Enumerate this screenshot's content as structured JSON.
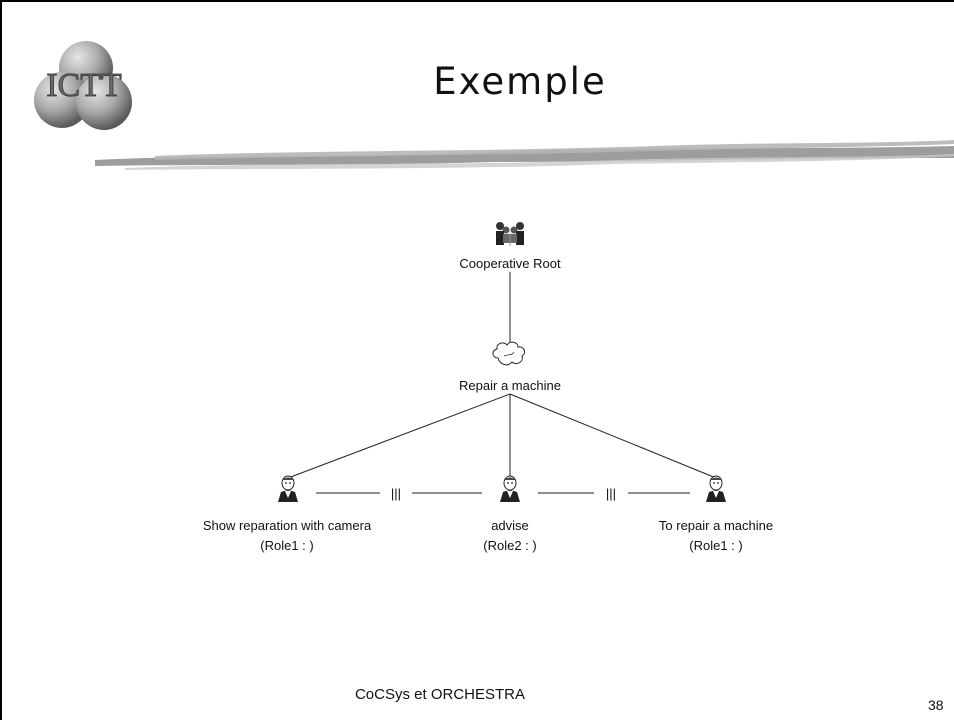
{
  "slide": {
    "title": "Exemple",
    "footer": "CoCSys et ORCHESTRA",
    "page_number": "38"
  },
  "logo": {
    "text": "ICTT"
  },
  "diagram": {
    "root": {
      "label": "Cooperative Root",
      "icon": "group-people-icon"
    },
    "task": {
      "label": "Repair a machine",
      "icon": "cloud-icon"
    },
    "subtasks": [
      {
        "label": "Show reparation with camera",
        "role": "(Role1 : )",
        "icon": "person-icon"
      },
      {
        "label": "advise",
        "role": "(Role2 : )",
        "icon": "person-icon"
      },
      {
        "label": "To repair a machine",
        "role": "(Role1 : )",
        "icon": "person-icon"
      }
    ],
    "operators": [
      "|||",
      "|||"
    ]
  }
}
